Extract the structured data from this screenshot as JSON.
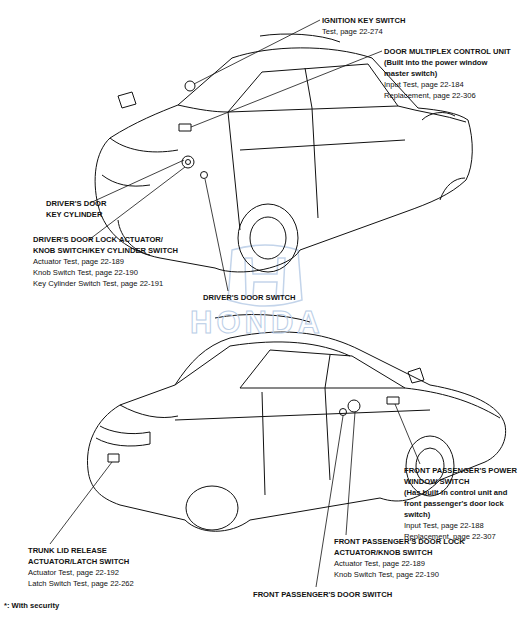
{
  "diagram": {
    "labels": [
      "IGNITION KEY SWITCH",
      "Test, page 22-274",
      "DOOR MULTIPLEX CONTROL UNIT",
      "(Built into the power window",
      "master switch)",
      "Input Test, page 22-184",
      "Replacement, page 22-306",
      "DRIVER'S DOOR",
      "KEY CYLINDER",
      "DRIVER'S DOOR LOCK ACTUATOR/",
      "KNOB SWITCH/KEY CYLINDER SWITCH",
      "Actuator Test, page 22-189",
      "Knob Switch Test, page 22-190",
      "Key Cylinder Switch Test, page 22-191",
      "DRIVER'S DOOR SWITCH",
      "HONDA",
      "FRONT PASSENGER'S POWER",
      "WINDOW SWITCH",
      "(Has built-in control unit and",
      "front passenger's door lock",
      "switch)",
      "Input Test, page 22-188",
      "Replacement, page 22-307",
      "TRUNK LID RELEASE",
      "ACTUATOR/LATCH SWITCH",
      "Actuator Test, page 22-192",
      "Latch Switch Test, page 22-262",
      "FRONT PASSENGER'S DOOR LOCK",
      "ACTUATOR/KNOB SWITCH",
      "Actuator Test, page 22-189",
      "Knob Switch Test, page 22-190",
      "FRONT PASSENGER'S DOOR SWITCH",
      "*: With security"
    ]
  }
}
